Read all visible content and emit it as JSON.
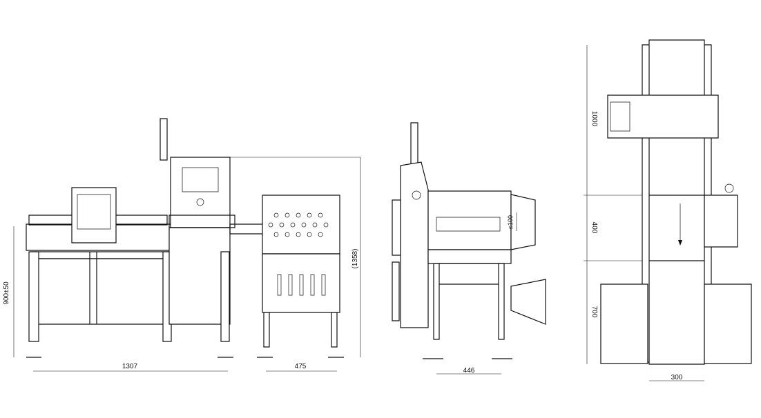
{
  "front_view": {
    "dim_height_adjust": "900±50",
    "dim_length": "1307",
    "dim_cabinet_depth": "475",
    "dim_total_height": "(1358)"
  },
  "side_view": {
    "dim_width": "446",
    "dim_product_height": "≤100"
  },
  "top_view": {
    "dim_infeed": "1000",
    "dim_weigh": "400",
    "dim_reject": "700",
    "dim_belt_width": "300"
  }
}
